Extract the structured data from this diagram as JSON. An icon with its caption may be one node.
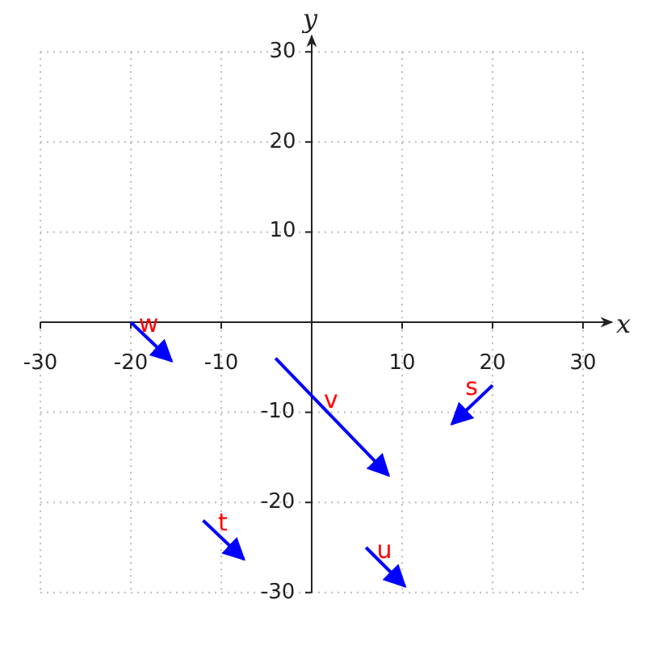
{
  "diagram": {
    "labels": [
      "y",
      "30",
      "20",
      "10",
      "w",
      "x",
      "-30",
      "-20",
      "-10",
      "10",
      "20",
      "30",
      "-10",
      "v",
      "s",
      "-20",
      "t",
      "u",
      "-30"
    ]
  }
}
